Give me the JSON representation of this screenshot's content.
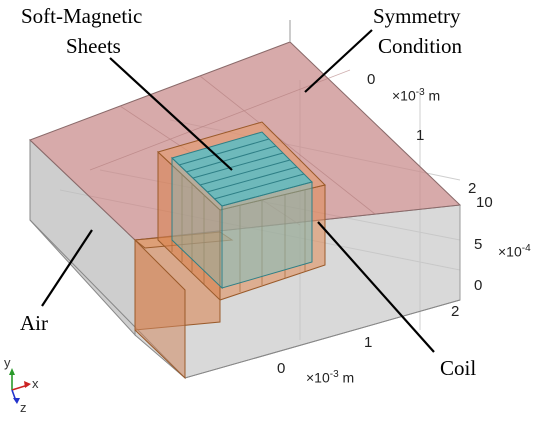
{
  "labels": {
    "soft_magnetic_line1": "Soft-Magnetic",
    "soft_magnetic_line2": "Sheets",
    "symmetry_line1": "Symmetry",
    "symmetry_line2": "Condition",
    "air": "Air",
    "coil": "Coil"
  },
  "x_axis": {
    "ticks": [
      "0",
      "1",
      "2"
    ],
    "unit_base": "×10",
    "unit_exp": "-3",
    "unit_suffix": " m"
  },
  "y_axis": {
    "ticks": [
      "0",
      "1",
      "2"
    ],
    "unit_base": "×10",
    "unit_exp": "-3",
    "unit_suffix": " m"
  },
  "z_axis": {
    "ticks": [
      "10",
      "5",
      "0"
    ],
    "unit_base": "×10",
    "unit_exp": "-4",
    "unit_suffix": ""
  },
  "triad": {
    "y": "y",
    "x": "x",
    "z": "z"
  },
  "colors": {
    "symmetry_plane": "#c98e8e",
    "air_block": "#bdbdbd",
    "coil": "#d9804a",
    "sheets": "#5bbdc4",
    "leader": "#000000"
  }
}
